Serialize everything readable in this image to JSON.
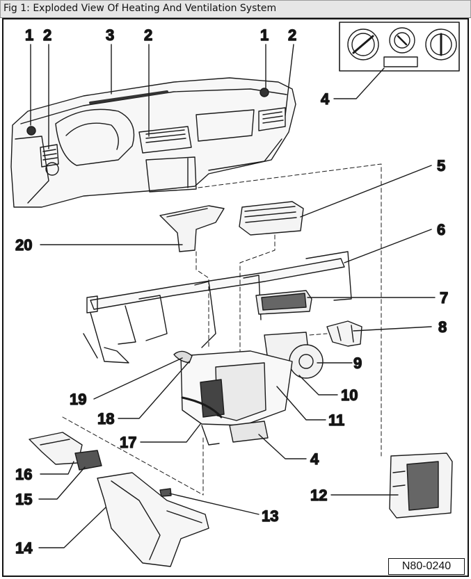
{
  "title": "Fig 1: Exploded View Of Heating And Ventilation System",
  "reference_code": "N80-0240",
  "callouts": [
    {
      "id": "c1a",
      "label": "1"
    },
    {
      "id": "c2a",
      "label": "2"
    },
    {
      "id": "c3",
      "label": "3"
    },
    {
      "id": "c2b",
      "label": "2"
    },
    {
      "id": "c1b",
      "label": "1"
    },
    {
      "id": "c2c",
      "label": "2"
    },
    {
      "id": "c4a",
      "label": "4"
    },
    {
      "id": "c5",
      "label": "5"
    },
    {
      "id": "c6",
      "label": "6"
    },
    {
      "id": "c20",
      "label": "20"
    },
    {
      "id": "c7",
      "label": "7"
    },
    {
      "id": "c8",
      "label": "8"
    },
    {
      "id": "c9",
      "label": "9"
    },
    {
      "id": "c19",
      "label": "19"
    },
    {
      "id": "c10",
      "label": "10"
    },
    {
      "id": "c18",
      "label": "18"
    },
    {
      "id": "c11",
      "label": "11"
    },
    {
      "id": "c17",
      "label": "17"
    },
    {
      "id": "c4b",
      "label": "4"
    },
    {
      "id": "c16",
      "label": "16"
    },
    {
      "id": "c15",
      "label": "15"
    },
    {
      "id": "c12",
      "label": "12"
    },
    {
      "id": "c13",
      "label": "13"
    },
    {
      "id": "c14",
      "label": "14"
    }
  ]
}
